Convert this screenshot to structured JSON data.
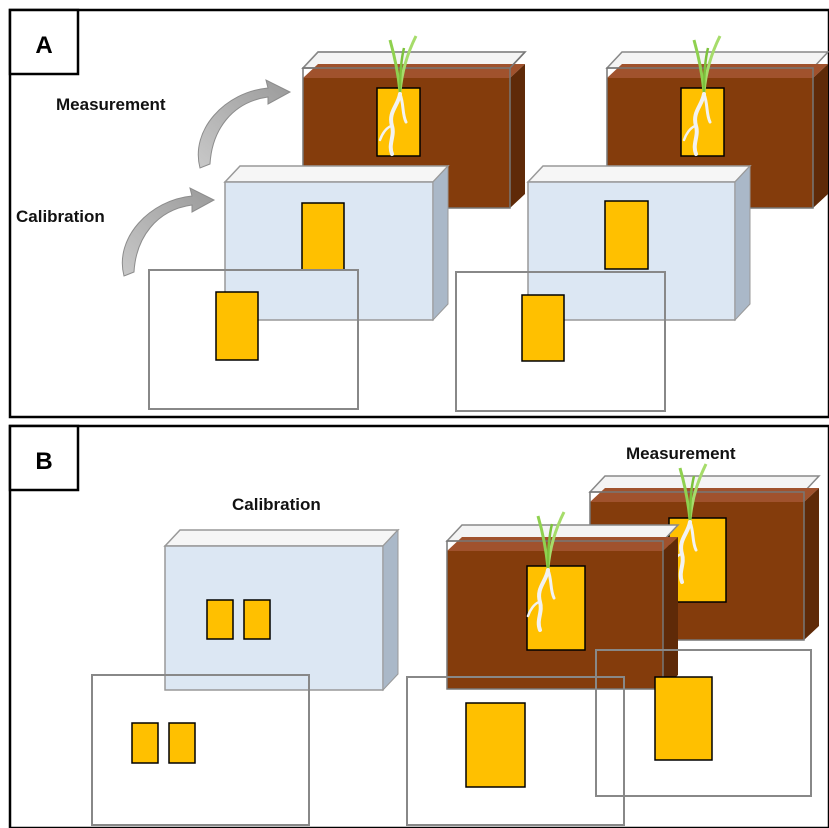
{
  "panels": {
    "a": {
      "label": "A",
      "measurement_label": "Measurement",
      "calibration_label": "Calibration"
    },
    "b": {
      "label": "B",
      "measurement_label": "Measurement",
      "calibration_label": "Calibration"
    }
  },
  "colors": {
    "soil": "#843C0C",
    "soil_top": "#a0522d",
    "soil_side": "#5f2a08",
    "water": "#dce7f3",
    "water_side": "#aab8c8",
    "sensor": "#FFC000",
    "plant": "#8fd14f",
    "root": "#f2f2f2",
    "glass_edge": "#8a8a8a",
    "arrow": "#b4b4b4"
  }
}
